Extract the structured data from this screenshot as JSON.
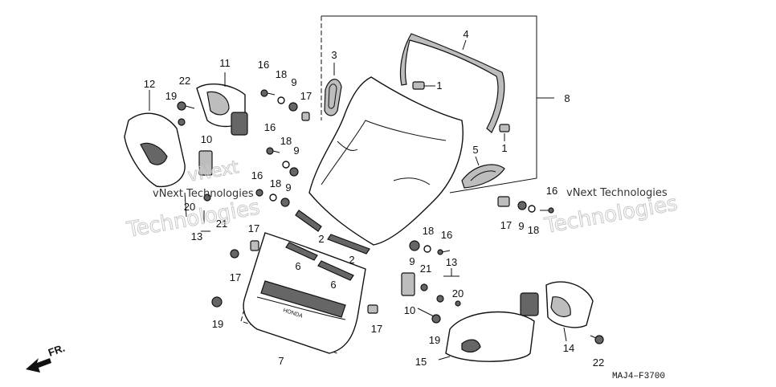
{
  "diagram": {
    "code": "MAJ4–F3700",
    "direction_label": "FR.",
    "watermarks": [
      "vNext Technologies",
      "vNext Technologies"
    ],
    "watermark_outline": [
      "Technologies",
      "Technologies"
    ],
    "callouts": [
      "1",
      "1",
      "2",
      "2",
      "3",
      "4",
      "5",
      "6",
      "6",
      "7",
      "8",
      "9",
      "9",
      "9",
      "9",
      "9",
      "10",
      "10",
      "11",
      "12",
      "13",
      "13",
      "14",
      "15",
      "16",
      "16",
      "16",
      "16",
      "16",
      "17",
      "17",
      "17",
      "17",
      "17",
      "18",
      "18",
      "18",
      "18",
      "18",
      "19",
      "19",
      "19",
      "20",
      "20",
      "21",
      "21",
      "22",
      "22"
    ]
  },
  "callouts": {
    "c1a": "1",
    "c1b": "1",
    "c2a": "2",
    "c2b": "2",
    "c3": "3",
    "c4": "4",
    "c5": "5",
    "c6a": "6",
    "c6b": "6",
    "c7": "7",
    "c8": "8",
    "c9a": "9",
    "c9b": "9",
    "c9c": "9",
    "c9d": "9",
    "c9e": "9",
    "c10a": "10",
    "c10b": "10",
    "c11": "11",
    "c12": "12",
    "c13a": "13",
    "c13b": "13",
    "c14": "14",
    "c15": "15",
    "c16a": "16",
    "c16b": "16",
    "c16c": "16",
    "c16d": "16",
    "c16e": "16",
    "c17a": "17",
    "c17b": "17",
    "c17c": "17",
    "c17d": "17",
    "c17e": "17",
    "c18a": "18",
    "c18b": "18",
    "c18c": "18",
    "c18d": "18",
    "c18e": "18",
    "c19a": "19",
    "c19b": "19",
    "c19c": "19",
    "c20a": "20",
    "c20b": "20",
    "c21a": "21",
    "c21b": "21",
    "c22a": "22",
    "c22b": "22"
  },
  "watermark": {
    "left_text": "vNext Technologies",
    "left_outline": "Technologies",
    "right_text": "vNext Technologies",
    "right_outline": "Technologies",
    "left_top_outline": "vNext"
  }
}
